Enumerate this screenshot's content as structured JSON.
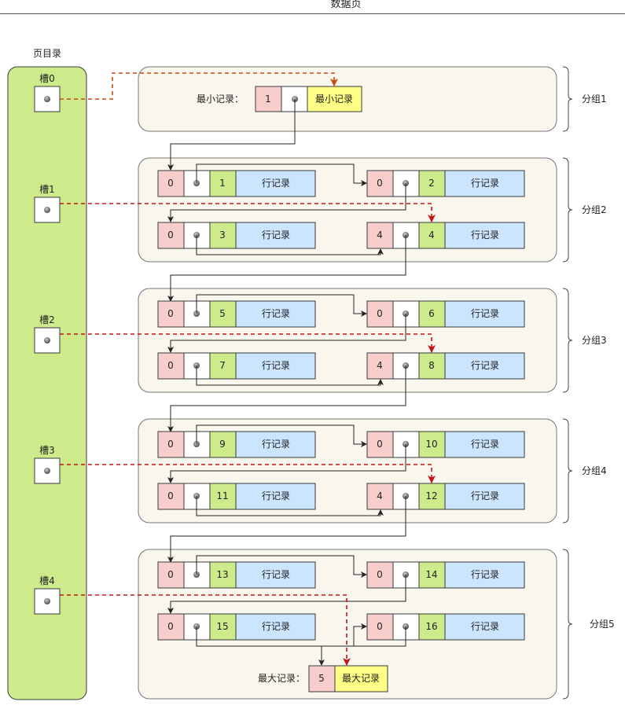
{
  "page_title": "数据页",
  "directory": {
    "label": "页目录",
    "slots": [
      "槽0",
      "槽1",
      "槽2",
      "槽3",
      "槽4"
    ]
  },
  "groups": [
    {
      "label": "分组1"
    },
    {
      "label": "分组2"
    },
    {
      "label": "分组3"
    },
    {
      "label": "分组4"
    },
    {
      "label": "分组5"
    }
  ],
  "min_record": {
    "label": "最小记录：",
    "n_owned": "1",
    "body": "最小记录"
  },
  "max_record": {
    "label": "最大记录：",
    "n_owned": "5",
    "body": "最大记录"
  },
  "records": [
    {
      "n_owned": "0",
      "heap_no": "1",
      "body": "行记录"
    },
    {
      "n_owned": "0",
      "heap_no": "2",
      "body": "行记录"
    },
    {
      "n_owned": "0",
      "heap_no": "3",
      "body": "行记录"
    },
    {
      "n_owned": "4",
      "heap_no": "4",
      "body": "行记录"
    },
    {
      "n_owned": "0",
      "heap_no": "5",
      "body": "行记录"
    },
    {
      "n_owned": "0",
      "heap_no": "6",
      "body": "行记录"
    },
    {
      "n_owned": "0",
      "heap_no": "7",
      "body": "行记录"
    },
    {
      "n_owned": "4",
      "heap_no": "8",
      "body": "行记录"
    },
    {
      "n_owned": "0",
      "heap_no": "9",
      "body": "行记录"
    },
    {
      "n_owned": "0",
      "heap_no": "10",
      "body": "行记录"
    },
    {
      "n_owned": "0",
      "heap_no": "11",
      "body": "行记录"
    },
    {
      "n_owned": "4",
      "heap_no": "12",
      "body": "行记录"
    },
    {
      "n_owned": "0",
      "heap_no": "13",
      "body": "行记录"
    },
    {
      "n_owned": "0",
      "heap_no": "14",
      "body": "行记录"
    },
    {
      "n_owned": "0",
      "heap_no": "15",
      "body": "行记录"
    },
    {
      "n_owned": "0",
      "heap_no": "16",
      "body": "行记录"
    }
  ],
  "colors": {
    "n_owned": "#f8cecc",
    "heap_no": "#cdeb8b",
    "body": "#cce5ff",
    "infimum_body": "#ffff88",
    "directory": "#cdeb8b",
    "group": "#f9f7ed",
    "slot_pointer": "#c0161b",
    "slot0_pointer": "#c84a14",
    "next_pointer": "#222222"
  }
}
